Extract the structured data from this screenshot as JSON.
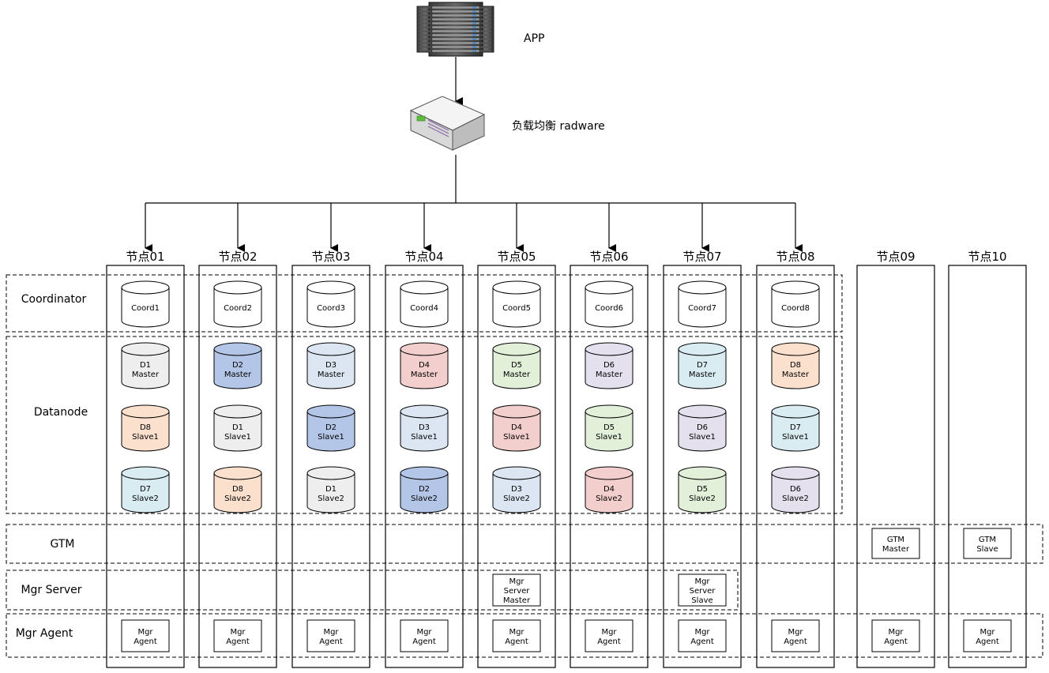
{
  "top": {
    "app_label": "APP",
    "lb_label": "负载均衡 radware"
  },
  "rows": {
    "coordinator": "Coordinator",
    "datanode": "Datanode",
    "gtm": "GTM",
    "mgr_server": "Mgr Server",
    "mgr_agent": "Mgr Agent"
  },
  "colors": {
    "white": "#ffffff",
    "gray": "#eeeeee",
    "blue": "#b4c6e7",
    "lightblue": "#dce6f2",
    "red": "#f2cfcd",
    "green": "#e2efd9",
    "purple": "#e5e0ee",
    "cyan": "#d9ecf2",
    "orange": "#fbe1cd"
  },
  "nodes": [
    {
      "title": "节点01",
      "coord": "Coord1",
      "dn": [
        {
          "l1": "D1",
          "l2": "Master",
          "color": "gray"
        },
        {
          "l1": "D8",
          "l2": "Slave1",
          "color": "orange"
        },
        {
          "l1": "D7",
          "l2": "Slave2",
          "color": "cyan"
        }
      ],
      "agent": [
        "Mgr",
        "Agent"
      ]
    },
    {
      "title": "节点02",
      "coord": "Coord2",
      "dn": [
        {
          "l1": "D2",
          "l2": "Master",
          "color": "blue"
        },
        {
          "l1": "D1",
          "l2": "Slave1",
          "color": "gray"
        },
        {
          "l1": "D8",
          "l2": "Slave2",
          "color": "orange"
        }
      ],
      "agent": [
        "Mgr",
        "Agent"
      ]
    },
    {
      "title": "节点03",
      "coord": "Coord3",
      "dn": [
        {
          "l1": "D3",
          "l2": "Master",
          "color": "lightblue"
        },
        {
          "l1": "D2",
          "l2": "Slave1",
          "color": "blue"
        },
        {
          "l1": "D1",
          "l2": "Slave2",
          "color": "gray"
        }
      ],
      "agent": [
        "Mgr",
        "Agent"
      ]
    },
    {
      "title": "节点04",
      "coord": "Coord4",
      "dn": [
        {
          "l1": "D4",
          "l2": "Master",
          "color": "red"
        },
        {
          "l1": "D3",
          "l2": "Slave1",
          "color": "lightblue"
        },
        {
          "l1": "D2",
          "l2": "Slave2",
          "color": "blue"
        }
      ],
      "agent": [
        "Mgr",
        "Agent"
      ]
    },
    {
      "title": "节点05",
      "coord": "Coord5",
      "dn": [
        {
          "l1": "D5",
          "l2": "Master",
          "color": "green"
        },
        {
          "l1": "D4",
          "l2": "Slave1",
          "color": "red"
        },
        {
          "l1": "D3",
          "l2": "Slave2",
          "color": "lightblue"
        }
      ],
      "server": [
        "Mgr",
        "Server",
        "Master"
      ],
      "agent": [
        "Mgr",
        "Agent"
      ]
    },
    {
      "title": "节点06",
      "coord": "Coord6",
      "dn": [
        {
          "l1": "D6",
          "l2": "Master",
          "color": "purple"
        },
        {
          "l1": "D5",
          "l2": "Slave1",
          "color": "green"
        },
        {
          "l1": "D4",
          "l2": "Slave2",
          "color": "red"
        }
      ],
      "agent": [
        "Mgr",
        "Agent"
      ]
    },
    {
      "title": "节点07",
      "coord": "Coord7",
      "dn": [
        {
          "l1": "D7",
          "l2": "Master",
          "color": "cyan"
        },
        {
          "l1": "D6",
          "l2": "Slave1",
          "color": "purple"
        },
        {
          "l1": "D5",
          "l2": "Slave2",
          "color": "green"
        }
      ],
      "server": [
        "Mgr",
        "Server",
        "Slave"
      ],
      "agent": [
        "Mgr",
        "Agent"
      ]
    },
    {
      "title": "节点08",
      "coord": "Coord8",
      "dn": [
        {
          "l1": "D8",
          "l2": "Master",
          "color": "orange"
        },
        {
          "l1": "D7",
          "l2": "Slave1",
          "color": "cyan"
        },
        {
          "l1": "D6",
          "l2": "Slave2",
          "color": "purple"
        }
      ],
      "agent": [
        "Mgr",
        "Agent"
      ]
    },
    {
      "title": "节点09",
      "gtm": [
        "GTM",
        "Master"
      ],
      "agent": [
        "Mgr",
        "Agent"
      ]
    },
    {
      "title": "节点10",
      "gtm": [
        "GTM",
        "Slave"
      ],
      "agent": [
        "Mgr",
        "Agent"
      ]
    }
  ]
}
